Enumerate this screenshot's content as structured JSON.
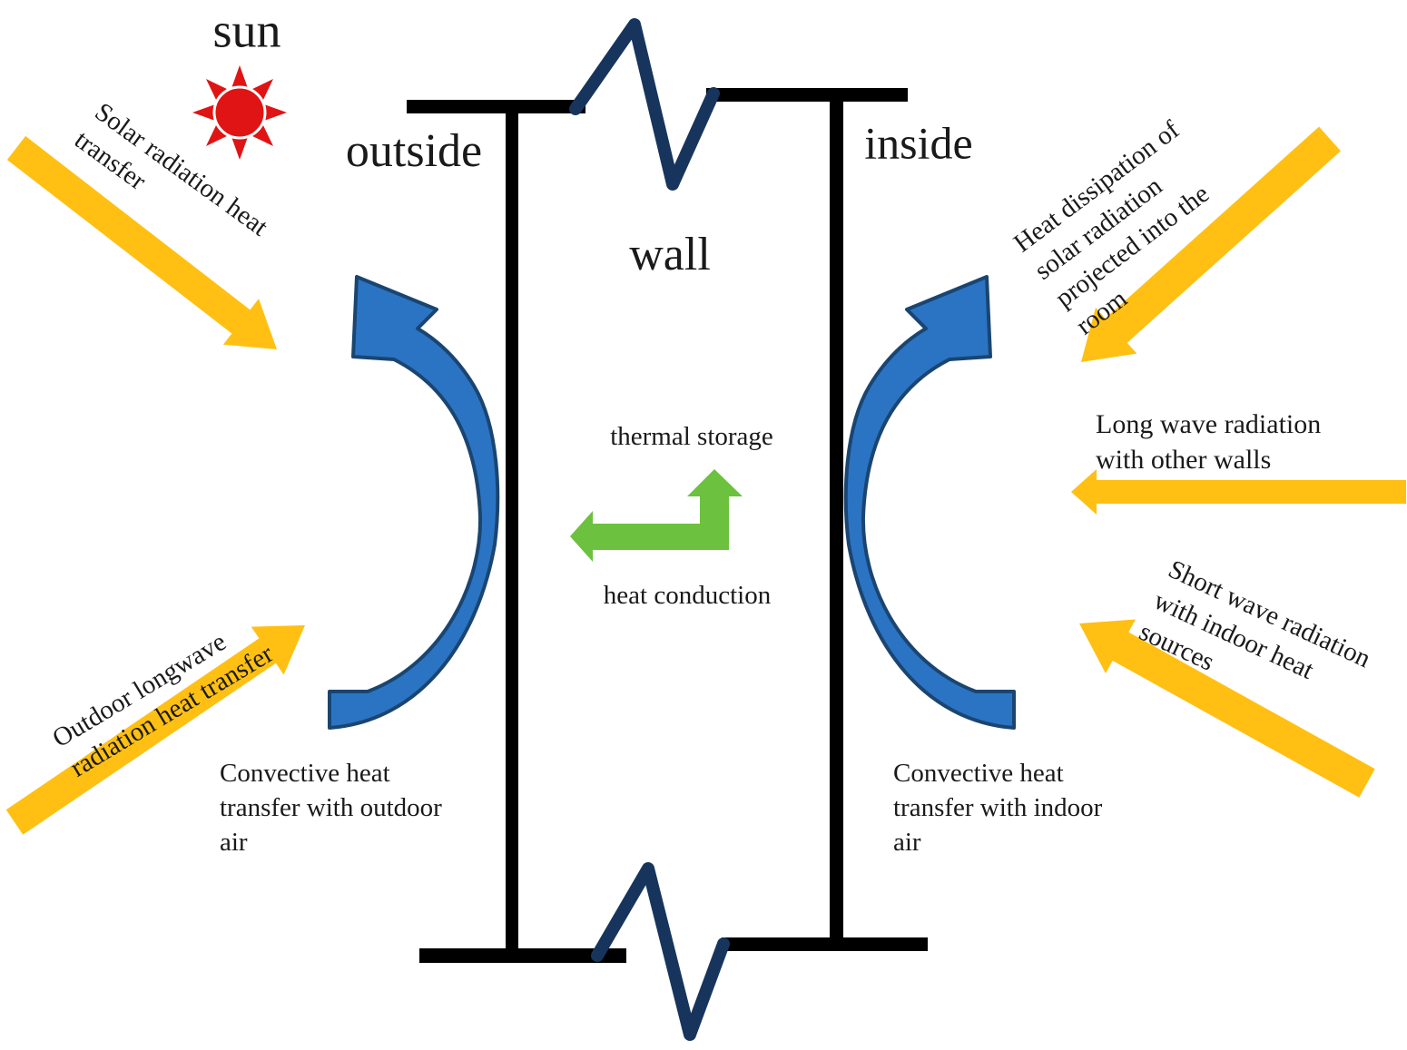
{
  "diagram": {
    "title": "Wall heat transfer diagram",
    "labels": {
      "sun": "sun",
      "outside": "outside",
      "inside": "inside",
      "wall": "wall",
      "thermal_storage": "thermal storage",
      "heat_conduction": "heat conduction",
      "solar_radiation": {
        "text": "Solar radiation heat transfer",
        "lines": [
          "Solar radiation heat",
          "transfer"
        ]
      },
      "outdoor_longwave": {
        "text": "Outdoor longwave radiation heat transfer",
        "lines": [
          "Outdoor longwave",
          "radiation heat transfer"
        ]
      },
      "convective_outdoor": {
        "text": "Convective heat transfer with outdoor air",
        "lines": [
          "Convective heat",
          "transfer with outdoor",
          "air"
        ]
      },
      "heat_dissipation": {
        "text": "Heat dissipation of solar radiation projected into the room",
        "lines": [
          "Heat dissipation of",
          "solar radiation",
          "projected into the",
          "room"
        ]
      },
      "long_wave": {
        "text": "Long wave radiation with other walls",
        "lines": [
          "Long wave radiation",
          "with other walls"
        ]
      },
      "short_wave": {
        "text": "Short wave radiation with indoor heat sources",
        "lines": [
          "Short wave radiation",
          "with indoor heat",
          "sources"
        ]
      },
      "convective_indoor": {
        "text": "Convective heat transfer with indoor air",
        "lines": [
          "Convective heat",
          "transfer with indoor",
          "air"
        ]
      }
    },
    "colors": {
      "arrow_yellow": "#FFC013",
      "arrow_blue_fill": "#2B74C4",
      "arrow_blue_stroke": "#1A4570",
      "arrow_green": "#6CC13E",
      "wall_black": "#000000",
      "break_navy": "#17355C",
      "sun_red": "#E01414",
      "text": "#1A1A1A"
    },
    "icons": [
      "sun-icon",
      "wall-break-icon"
    ]
  }
}
